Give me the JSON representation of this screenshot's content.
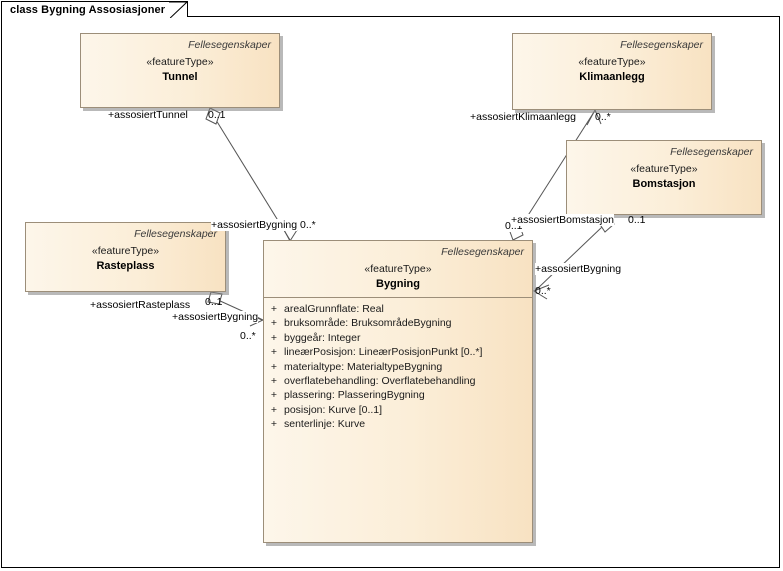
{
  "diagram": {
    "title": "class Bygning Assosiasjoner",
    "background": "#ffffff",
    "class_border_color": "#9c8e79",
    "class_fill_start": "#fdf6ea",
    "class_fill_end": "#f8e2c2",
    "line_color": "#555555"
  },
  "classes": {
    "tunnel": {
      "namespace": "Fellesegenskaper",
      "stereotype": "«featureType»",
      "name": "Tunnel"
    },
    "klimaanlegg": {
      "namespace": "Fellesegenskaper",
      "stereotype": "«featureType»",
      "name": "Klimaanlegg"
    },
    "bomstasjon": {
      "namespace": "Fellesegenskaper",
      "stereotype": "«featureType»",
      "name": "Bomstasjon"
    },
    "rasteplass": {
      "namespace": "Fellesegenskaper",
      "stereotype": "«featureType»",
      "name": "Rasteplass"
    },
    "bygning": {
      "namespace": "Fellesegenskaper",
      "stereotype": "«featureType»",
      "name": "Bygning",
      "attributes": [
        {
          "visibility": "+",
          "signature": "arealGrunnflate: Real"
        },
        {
          "visibility": "+",
          "signature": "bruksområde: BruksområdeBygning"
        },
        {
          "visibility": "+",
          "signature": "byggeår: Integer"
        },
        {
          "visibility": "+",
          "signature": "lineærPosisjon: LineærPosisjonPunkt [0..*]"
        },
        {
          "visibility": "+",
          "signature": "materialtype: MaterialtypeBygning"
        },
        {
          "visibility": "+",
          "signature": "overflatebehandling: Overflatebehandling"
        },
        {
          "visibility": "+",
          "signature": "plassering: PlasseringBygning"
        },
        {
          "visibility": "+",
          "signature": "posisjon: Kurve [0..1]"
        },
        {
          "visibility": "+",
          "signature": "senterlinje: Kurve"
        }
      ]
    }
  },
  "associations": [
    {
      "id": "tunnel-bygning",
      "source": "Tunnel",
      "target": "Bygning",
      "source_role": "+assosiertTunnel",
      "source_multiplicity": "0..1",
      "source_end": "aggregation-diamond",
      "target_role": "+assosiertBygning",
      "target_multiplicity": "0..*",
      "target_end": "open-arrow"
    },
    {
      "id": "bygning-klimaanlegg",
      "source": "Bygning",
      "target": "Klimaanlegg",
      "target_role": "+assosiertKlimaanlegg",
      "target_multiplicity": "0..*",
      "target_end": "open-arrow",
      "source_end": "aggregation-diamond",
      "source_multiplicity": "0..1"
    },
    {
      "id": "bomstasjon-bygning",
      "source": "Bomstasjon",
      "target": "Bygning",
      "source_role": "+assosiertBomstasjon",
      "source_multiplicity": "0..1",
      "source_end": "aggregation-diamond",
      "target_role": "+assosiertBygning",
      "target_multiplicity": "0..*",
      "target_end": "open-arrow"
    },
    {
      "id": "rasteplass-bygning",
      "source": "Rasteplass",
      "target": "Bygning",
      "source_role": "+assosiertRasteplass",
      "source_multiplicity": "0..1",
      "source_end": "aggregation-diamond",
      "target_role": "+assosiertBygning",
      "target_multiplicity": "0..*",
      "target_end": "open-arrow"
    }
  ],
  "edge_labels": {
    "assosiert_tunnel": "+assosiertTunnel",
    "tunnel_mult": "0..1",
    "assosiert_bygning_tunnel": "+assosiertBygning",
    "bygning_mult_tunnel": "0..*",
    "assosiert_klimaanlegg": "+assosiertKlimaanlegg",
    "klimaanlegg_mult": "0..*",
    "assosiert_bomstasjon": "+assosiertBomstasjon",
    "bomstasjon_mult": "0..1",
    "bygning_top_mult": "0..1",
    "assosiert_bygning_bom": "+assosiertBygning",
    "bygning_mult_bom": "0..*",
    "assosiert_rasteplass": "+assosiertRasteplass",
    "rasteplass_mult": "0..1",
    "assosiert_bygning_rast": "+assosiertBygning",
    "bygning_mult_rast": "0..*"
  }
}
